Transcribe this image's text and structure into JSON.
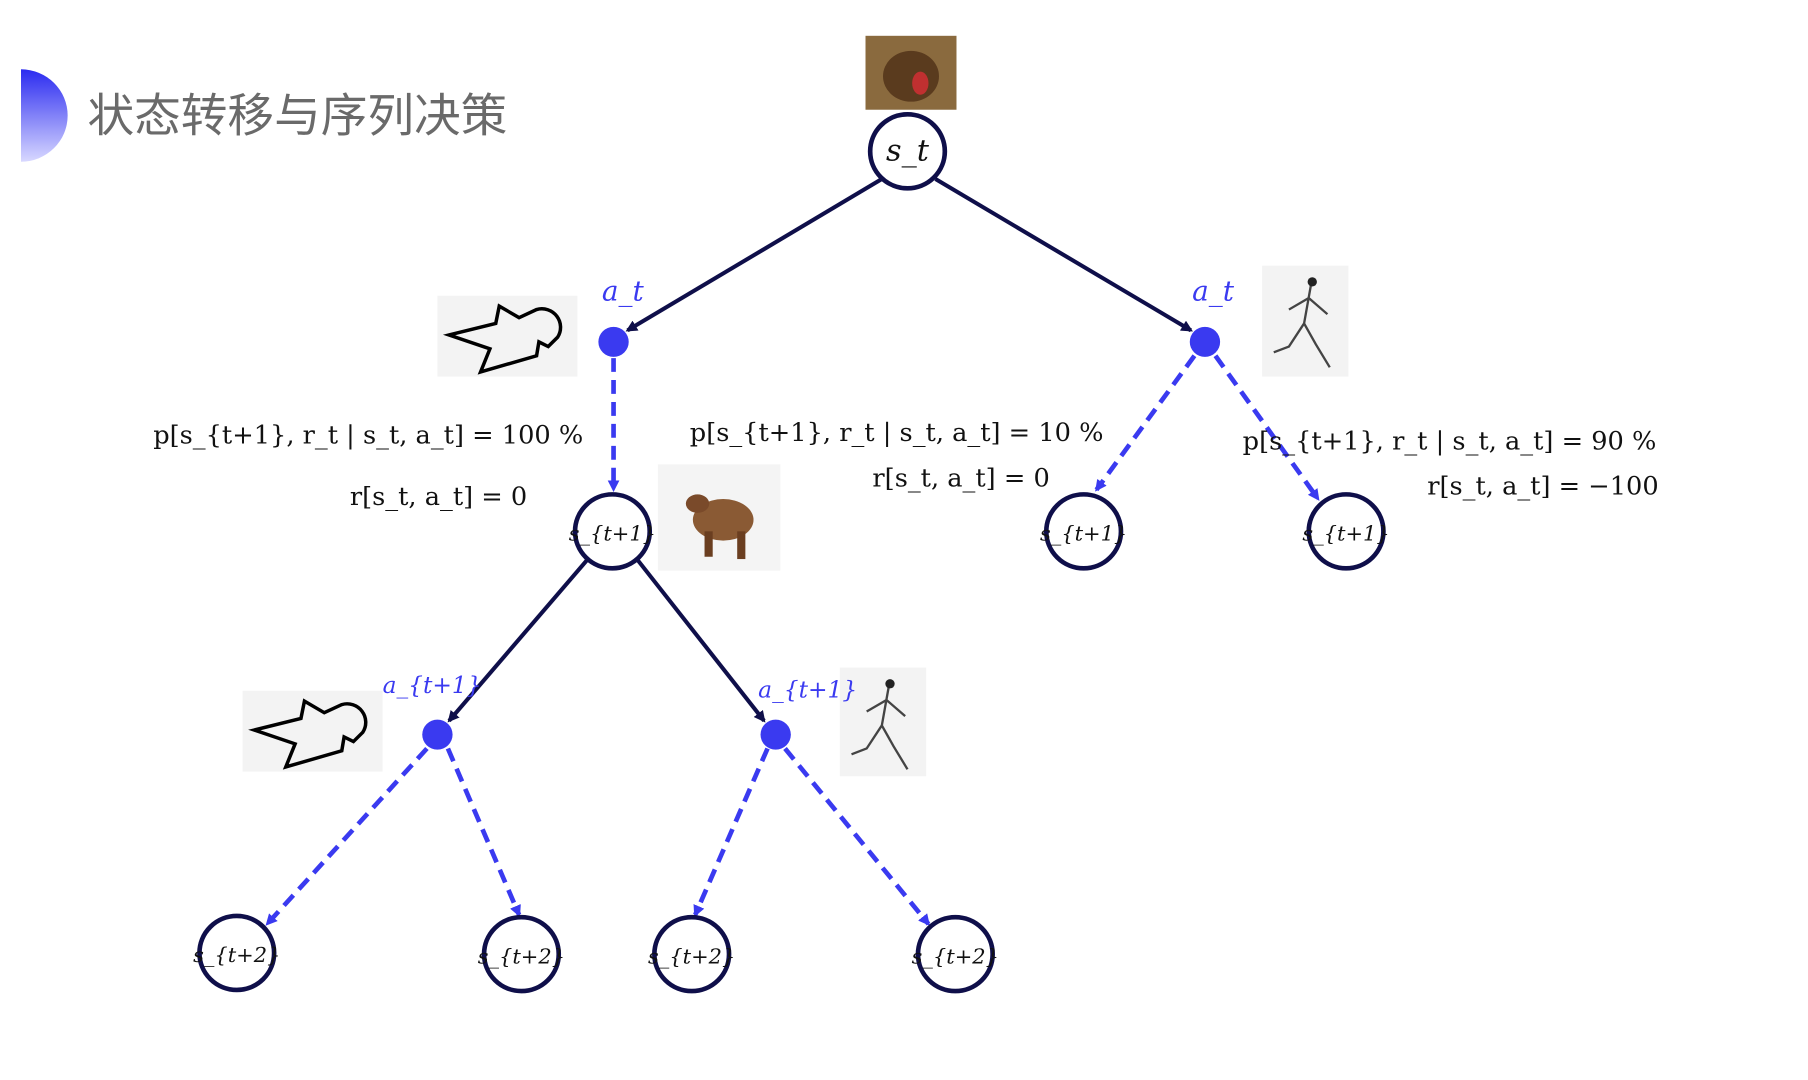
{
  "title": "状态转移与序列决策",
  "colors": {
    "edge": "#0f0f4a",
    "action": "#3a3af0",
    "title": "#6a6a6a"
  },
  "nodes": {
    "root": "s_t",
    "s1_left": "s_{t+1}",
    "s1_mid": "s_{t+1}",
    "s1_right": "s_{t+1}",
    "s2_1": "s_{t+2}",
    "s2_2": "s_{t+2}",
    "s2_3": "s_{t+2}",
    "s2_4": "s_{t+2}"
  },
  "actions": {
    "a_left": "a_t",
    "a_right": "a_t",
    "a2_left": "a_{t+1}",
    "a2_right": "a_{t+1}"
  },
  "equations": {
    "left_p": "p[s_{t+1}, r_t | s_t, a_t] = 100 %",
    "left_r": "r[s_t, a_t] = 0",
    "mid_p": "p[s_{t+1}, r_t | s_t, a_t] = 10 %",
    "mid_r": "r[s_t, a_t] = 0",
    "right_p": "p[s_{t+1}, r_t | s_t, a_t] = 90 %",
    "right_r": "r[s_t, a_t] = −100"
  },
  "images": [
    "roaring-bear-photo",
    "bear-walking-photo",
    "playing-dead-figure",
    "running-stick-figure"
  ]
}
